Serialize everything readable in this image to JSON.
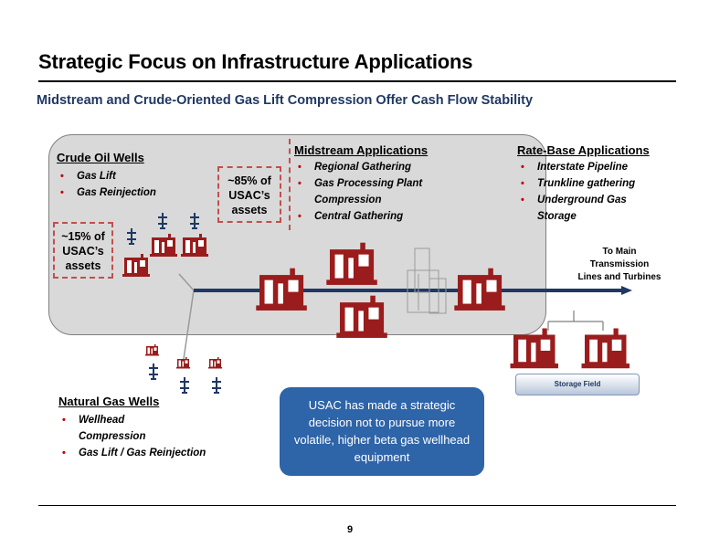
{
  "title": "Strategic Focus on Infrastructure Applications",
  "subtitle": "Midstream and Crude-Oriented Gas Lift Compression Offer Cash Flow Stability",
  "crude": {
    "header": "Crude Oil Wells",
    "items": [
      "Gas Lift",
      "Gas Reinjection"
    ]
  },
  "share15": [
    "~15% of",
    "USAC’s",
    "assets"
  ],
  "share85": [
    "~85% of",
    "USAC’s",
    "assets"
  ],
  "midstream": {
    "header": "Midstream Applications",
    "items": [
      "Regional Gathering",
      "Gas Processing Plant Compression",
      "Central Gathering"
    ]
  },
  "ratebase": {
    "header": "Rate-Base Applications",
    "items": [
      "Interstate Pipeline",
      "Trunkline gathering",
      "Underground Gas Storage"
    ]
  },
  "to_main": [
    "To Main",
    "Transmission",
    "Lines and Turbines"
  ],
  "storage_field": "Storage Field",
  "natgas": {
    "header": "Natural Gas Wells",
    "items": [
      "Wellhead Compression",
      "Gas Lift / Gas Reinjection"
    ]
  },
  "callout": "USAC has made a strategic decision not to pursue more volatile, higher beta gas wellhead equipment",
  "page_number": "9",
  "colors": {
    "heading_blue": "#1f3864",
    "pipeline": "#1f3864",
    "compressor": "#9b1c1c",
    "callout_bg": "#2e64a8",
    "dash": "#c0504d"
  }
}
